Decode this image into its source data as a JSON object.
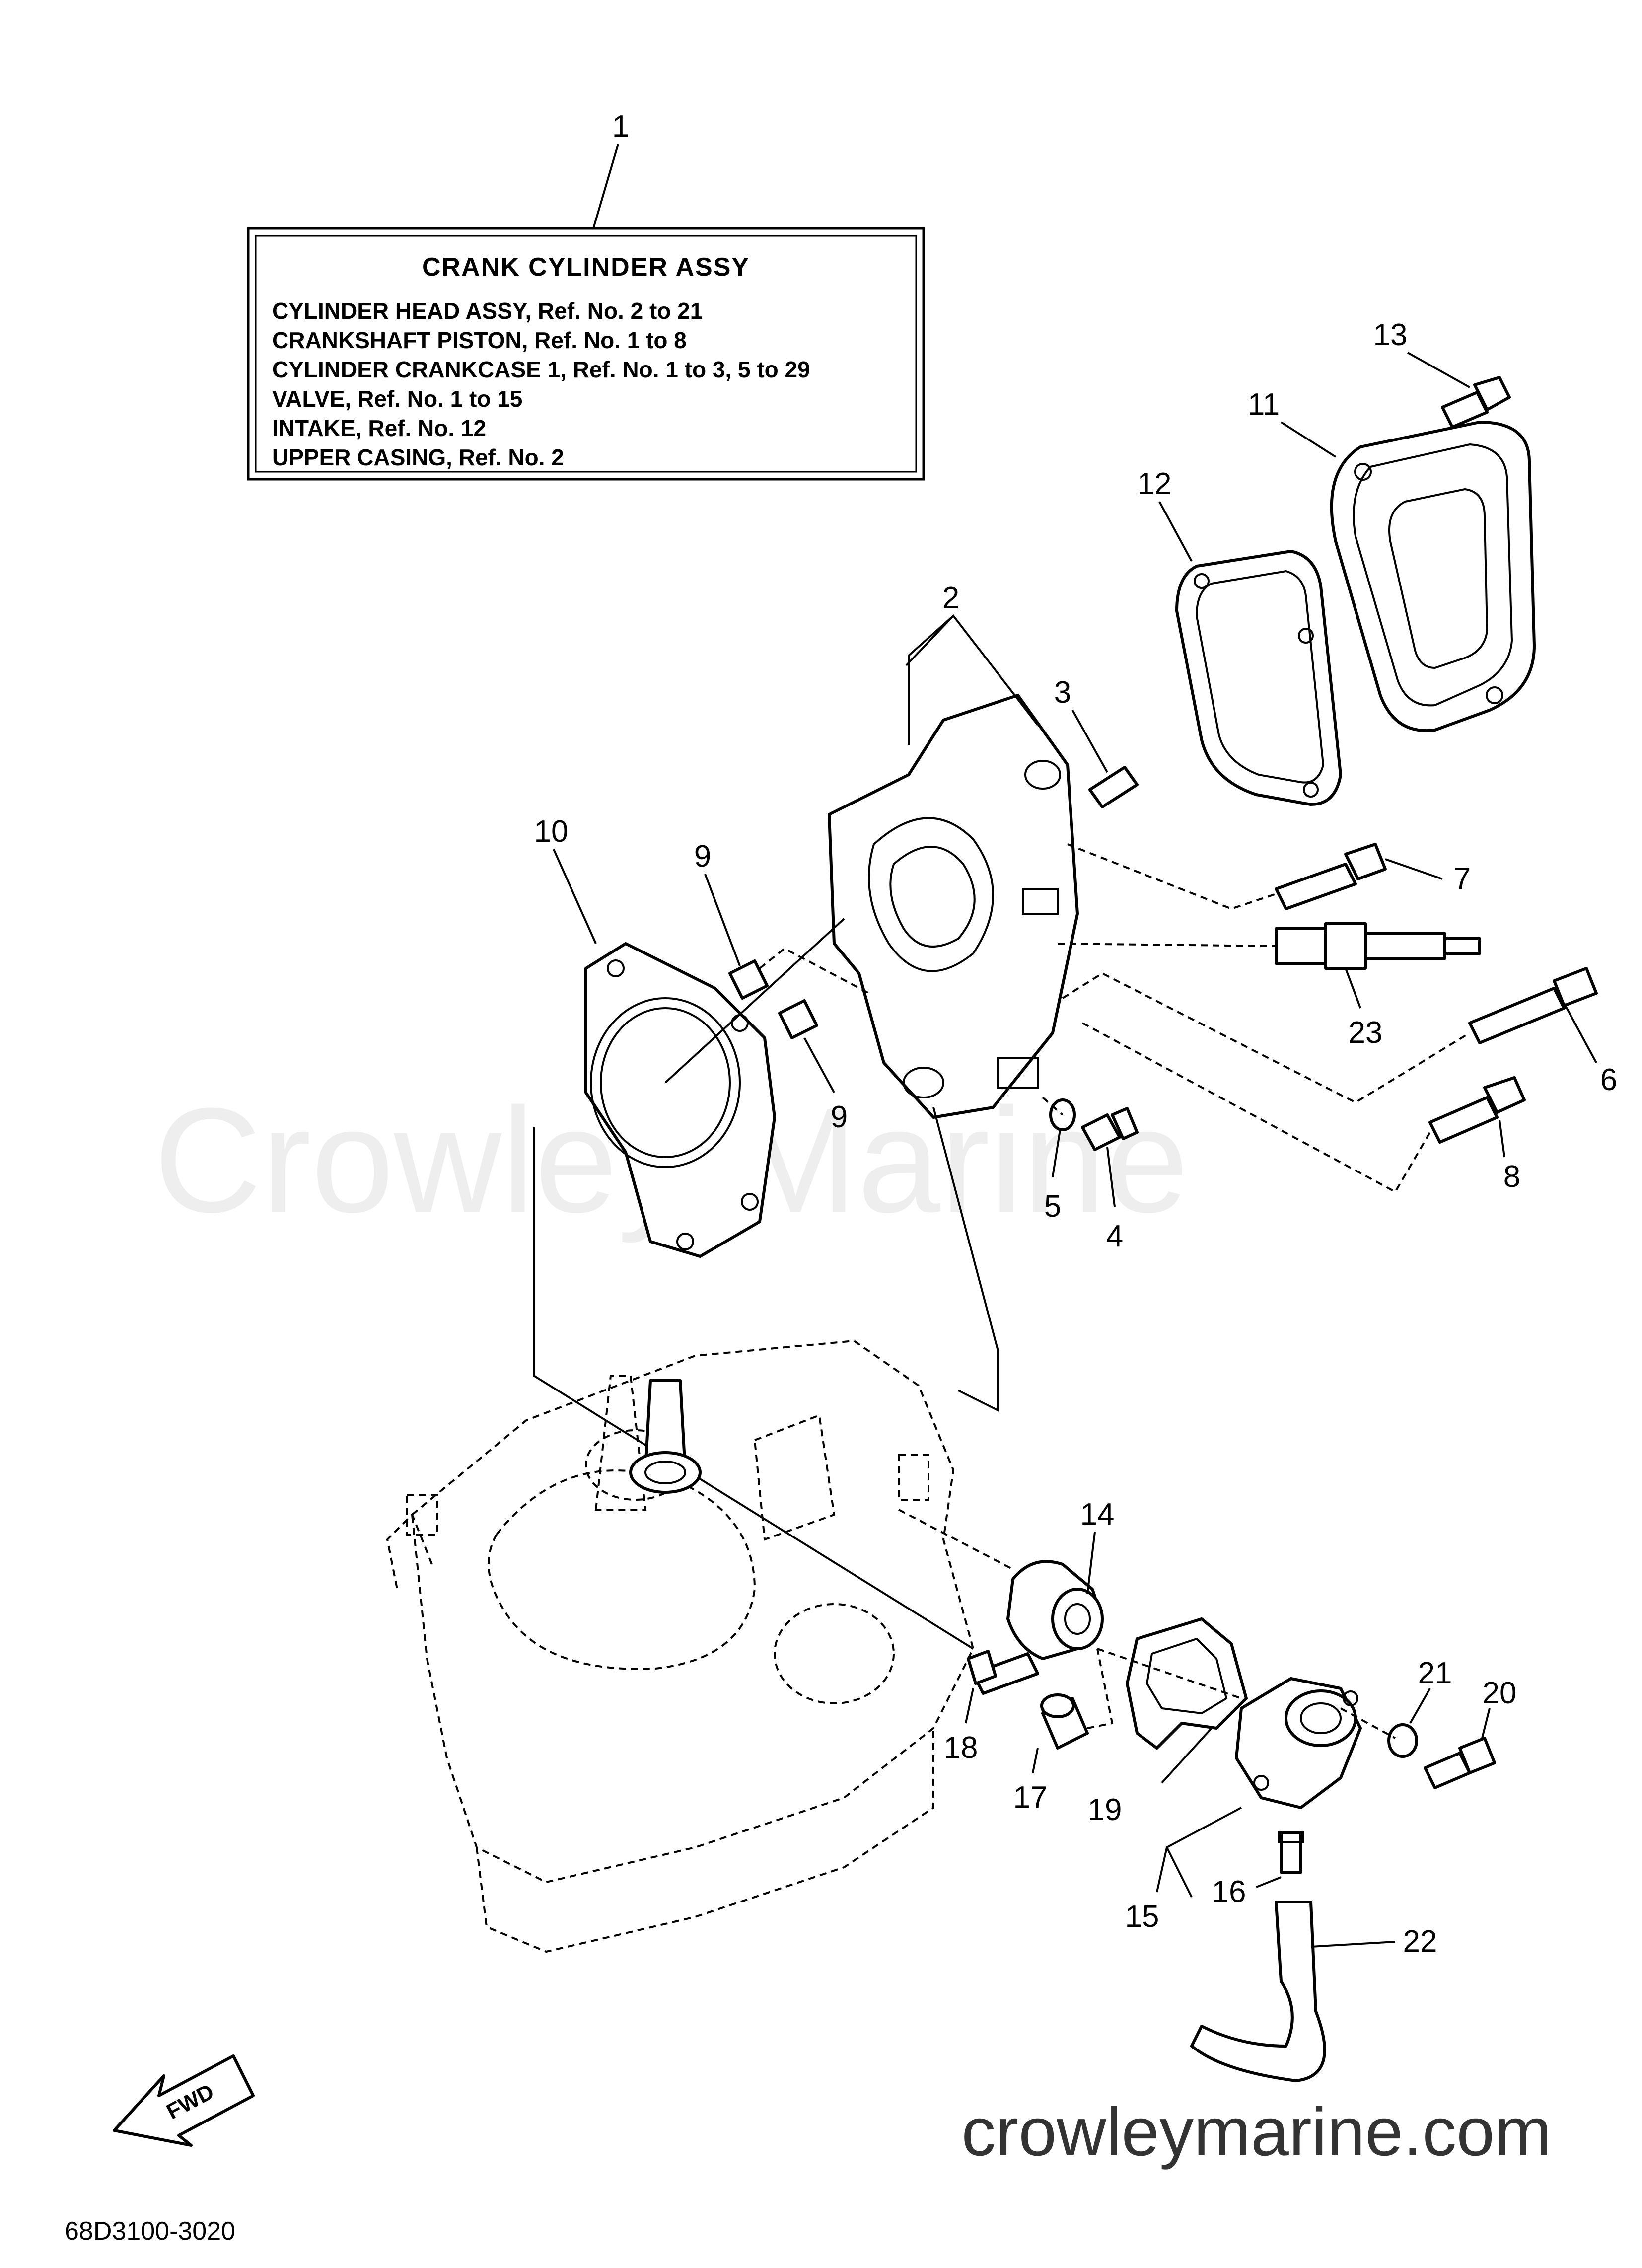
{
  "watermark": "Crowley Marine",
  "footer_url": "crowleymarine.com",
  "diagram_code": "68D3100-3020",
  "fwd_label": "FWD",
  "info_box": {
    "title": "CRANK CYLINDER ASSY",
    "lines": [
      "CYLINDER HEAD ASSY,  Ref. No. 2 to 21",
      "CRANKSHAFT PISTON,   Ref. No. 1 to 8",
      "CYLINDER CRANKCASE 1, Ref. No. 1 to 3, 5 to 29",
      "VALVE,  Ref. No. 1 to 15",
      "INTAKE, Ref. No. 12",
      "UPPER CASING,  Ref. No. 2"
    ]
  },
  "callouts": [
    "1",
    "2",
    "3",
    "4",
    "5",
    "6",
    "7",
    "8",
    "9",
    "9",
    "10",
    "11",
    "12",
    "13",
    "14",
    "15",
    "16",
    "17",
    "18",
    "19",
    "20",
    "21",
    "22",
    "23"
  ]
}
